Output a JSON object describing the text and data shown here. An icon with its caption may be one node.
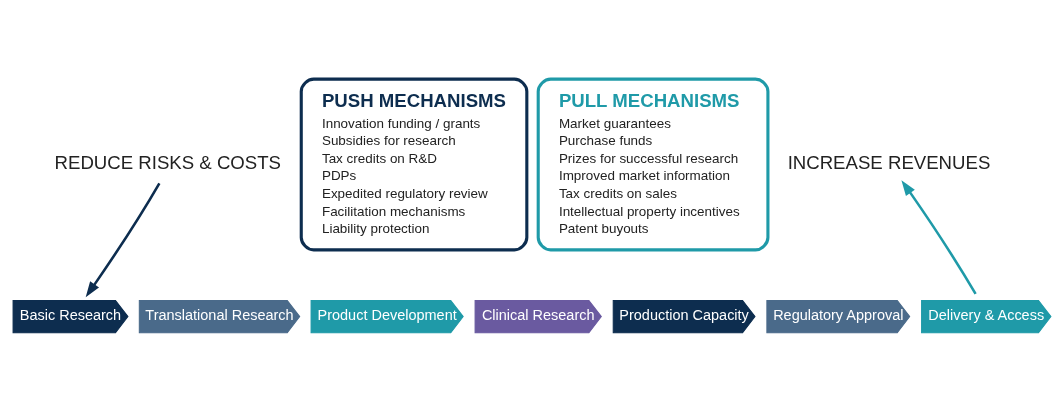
{
  "diagram": {
    "nodes": [
      {
        "text": [
          "REDUCE RISKS & COSTS"
        ]
      },
      {
        "text": [
          "PUSH MECHANISMS",
          "Innovation funding / grants",
          "Subsidies for research",
          "Tax credits on R&D",
          "PDPs",
          "Expedited regulatory review",
          "Facilitation mechanisms",
          "Liability protection"
        ]
      },
      {
        "text": [
          "PULL MECHANISMS",
          "Market guarantees",
          "Purchase funds",
          "Prizes for successful research",
          "Improved market information",
          "Tax credits on sales",
          "Intellectual property incentives",
          "Patent buyouts"
        ]
      },
      {
        "text": [
          "INCREASE REVENUES"
        ]
      },
      {
        "text": [
          "Basic Research"
        ]
      },
      {
        "text": [
          "Translational Research"
        ]
      },
      {
        "text": [
          "Product Development"
        ]
      },
      {
        "text": [
          "Clinical Research"
        ]
      },
      {
        "text": [
          "Production Capacity"
        ]
      },
      {
        "text": [
          "Regulatory Approval"
        ]
      },
      {
        "text": [
          "Delivery & Access"
        ]
      }
    ],
    "edges": [
      {
        "from": 0,
        "to": 4,
        "arrow": "to",
        "color": "#0d2d4f"
      },
      {
        "from": 10,
        "to": 3,
        "arrow": "to",
        "color": "#1f9aa8"
      }
    ]
  }
}
